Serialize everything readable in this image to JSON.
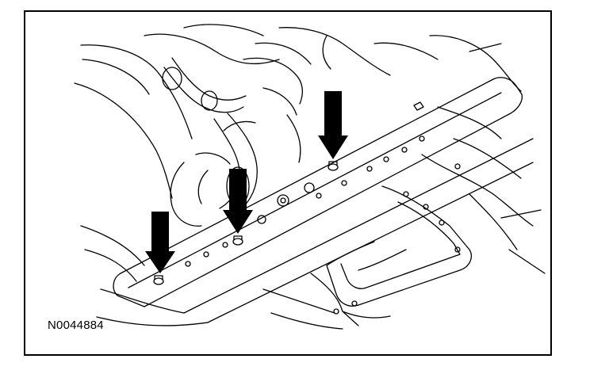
{
  "figure": {
    "id": "N0044884",
    "callouts": [
      {
        "type": "arrow",
        "points_to": "bolt"
      },
      {
        "type": "arrow",
        "points_to": "bolt"
      },
      {
        "type": "arrow",
        "points_to": "bolt"
      }
    ]
  }
}
